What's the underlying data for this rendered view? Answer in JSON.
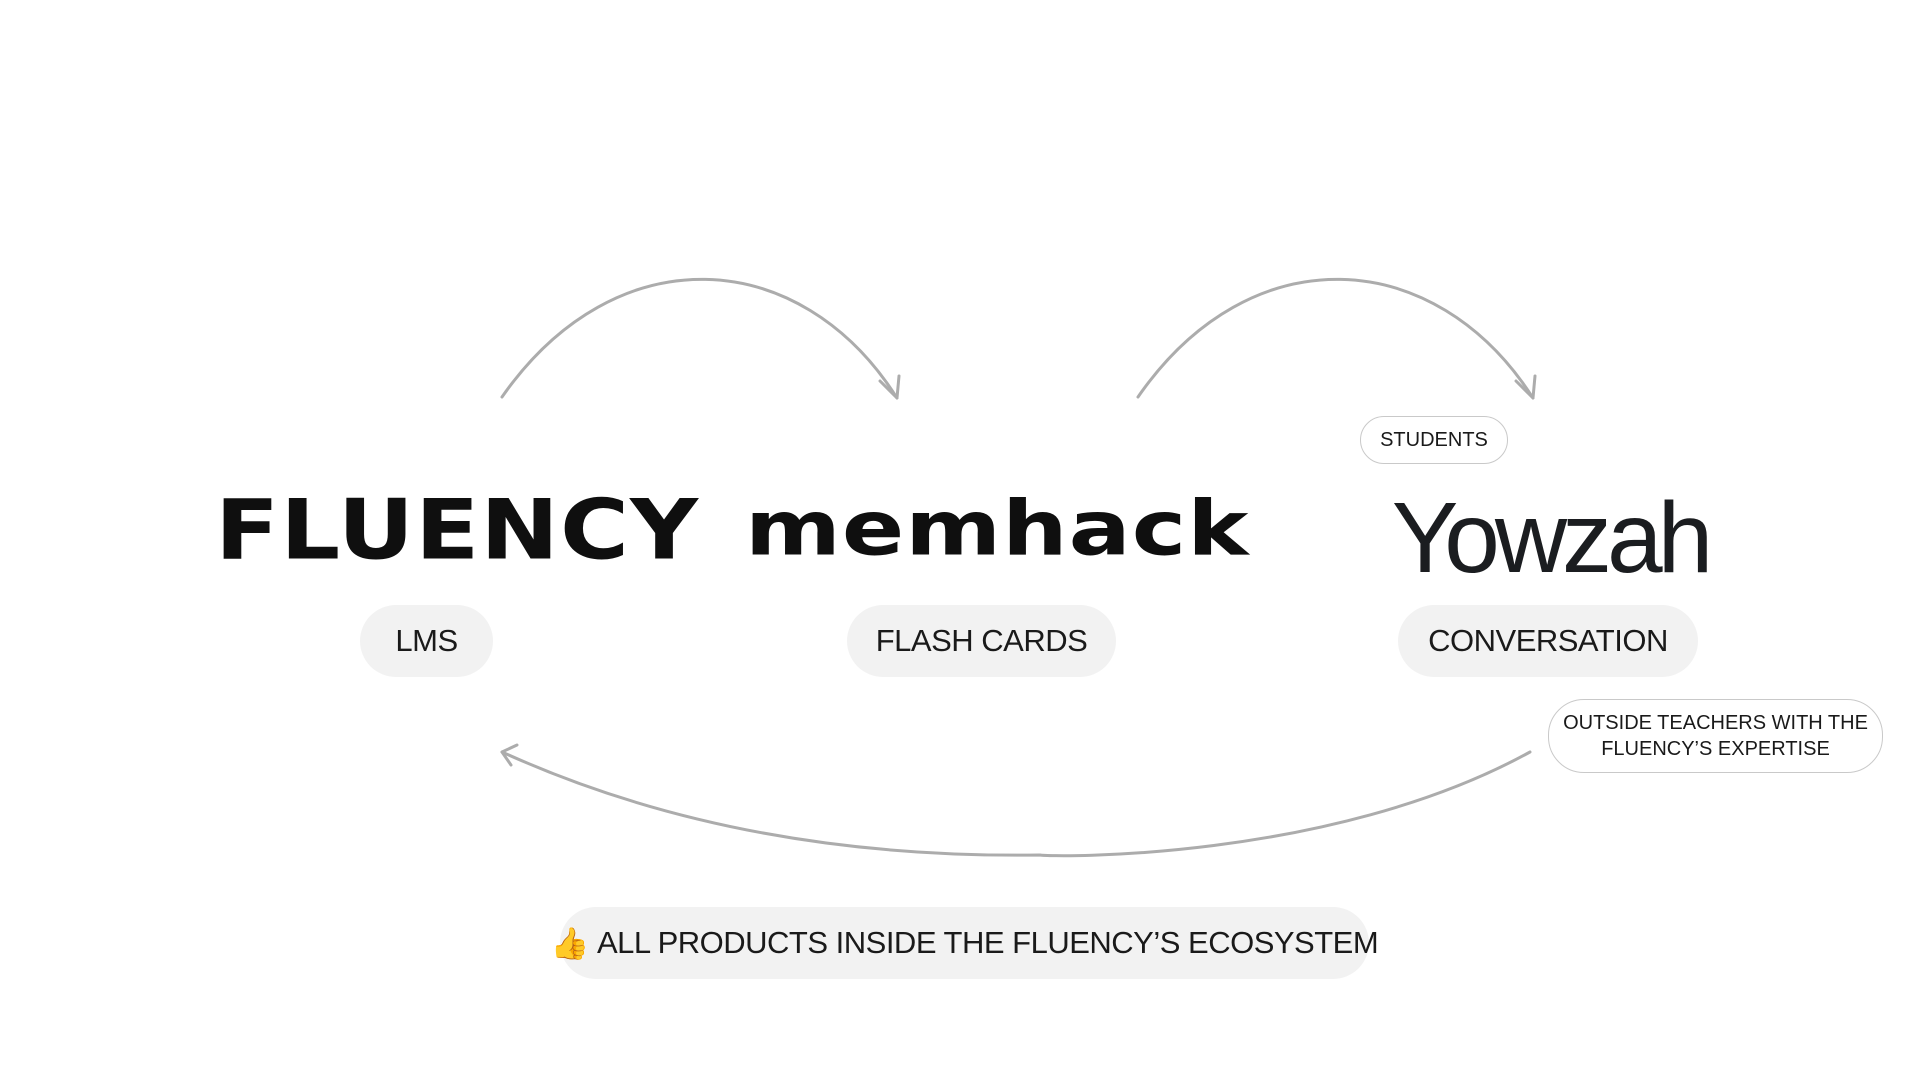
{
  "logos": {
    "fluency": "FLUENCY",
    "memhack": "memhack",
    "yowzah": "Yowzah"
  },
  "labels": {
    "lms": "LMS",
    "flash_cards": "FLASH CARDS",
    "conversation": "CONVERSATION"
  },
  "tags": {
    "students": "STUDENTS",
    "outside_line1": "OUTSIDE TEACHERS WITH THE",
    "outside_line2": "FLUENCY’S EXPERTISE"
  },
  "footer": {
    "emoji": "👍",
    "text": "ALL PRODUCTS INSIDE THE FLUENCY’S ECOSYSTEM"
  },
  "colors": {
    "background": "#ffffff",
    "arrow": "#acacac",
    "pill_background": "#f2f2f2",
    "tag_border": "#c9c9c9",
    "text": "#111111"
  },
  "icons": {
    "footer_icon": "thumbs-up-icon"
  }
}
